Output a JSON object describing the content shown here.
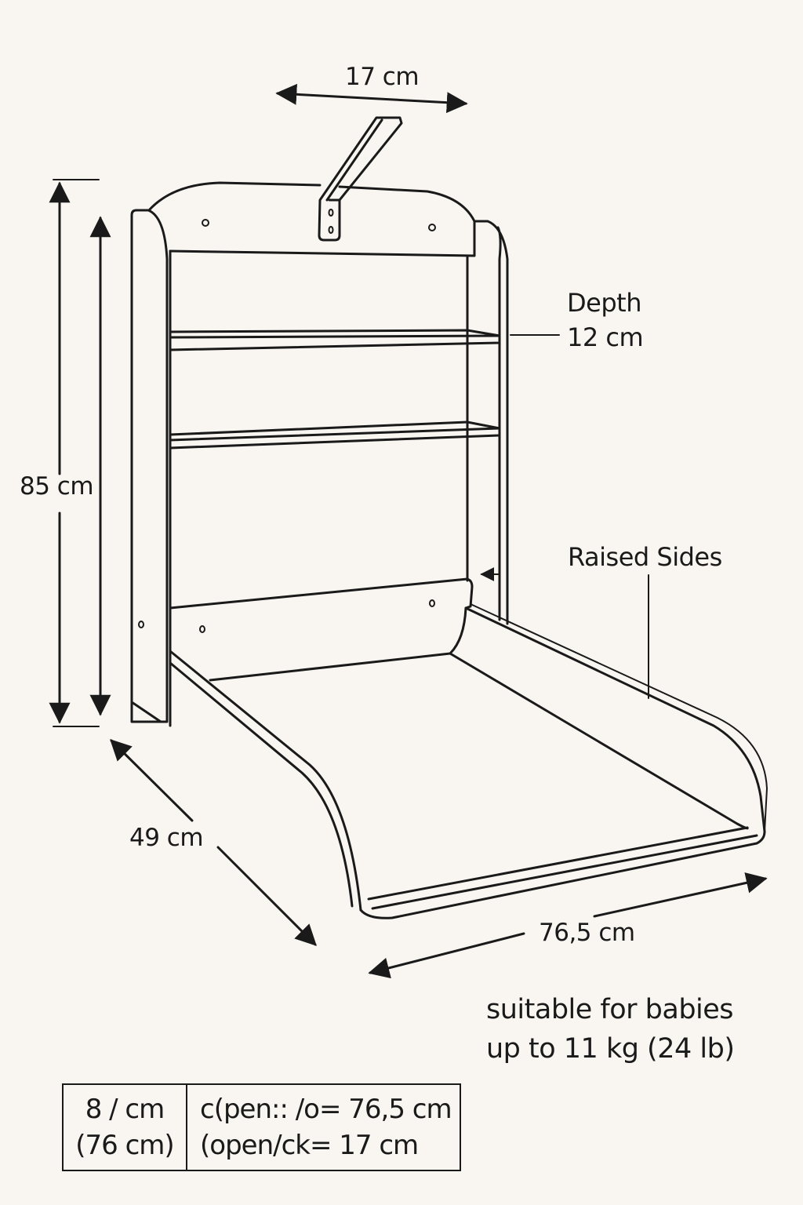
{
  "diagram": {
    "subject": "wall-mounted folding baby changing table with shelves",
    "line_color": "#1a1a1a",
    "background_color": "#f9f6f1"
  },
  "dimensions": {
    "bracket_width": "17 cm",
    "height": "85 cm",
    "depth_open": "49 cm",
    "width": "76,5 cm"
  },
  "callouts": {
    "depth_title": "Depth",
    "depth_value": "12 cm",
    "raised_sides": "Raised Sides"
  },
  "note": {
    "line1": "suitable for babies",
    "line2": "up to 11 kg (24 lb)"
  },
  "spec_table": {
    "left": [
      "8 / cm",
      "(76 cm)"
    ],
    "right": [
      "c(pen:: /o= 76,5 cm",
      "(open/ck= 17 cm"
    ]
  }
}
